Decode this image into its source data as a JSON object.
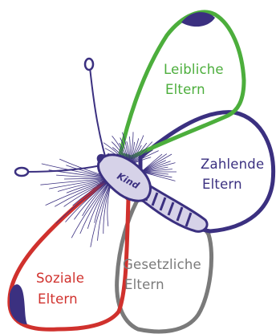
{
  "center": {
    "label": "Kind"
  },
  "wings": [
    {
      "key": "leibliche",
      "line1": "Leibliche",
      "line2": "Eltern",
      "color": "#4cae3c"
    },
    {
      "key": "zahlende",
      "line1": "Zahlende",
      "line2": "Eltern",
      "color": "#3b3080"
    },
    {
      "key": "gesetzliche",
      "line1": "Gesetzliche",
      "line2": "Eltern",
      "color": "#7a7a7a"
    },
    {
      "key": "soziale",
      "line1": "Soziale",
      "line2": "Eltern",
      "color": "#d0312d"
    }
  ],
  "colors": {
    "body": "#3b3080",
    "body_fill": "#d6d2e8",
    "accent": "#3b3080"
  }
}
